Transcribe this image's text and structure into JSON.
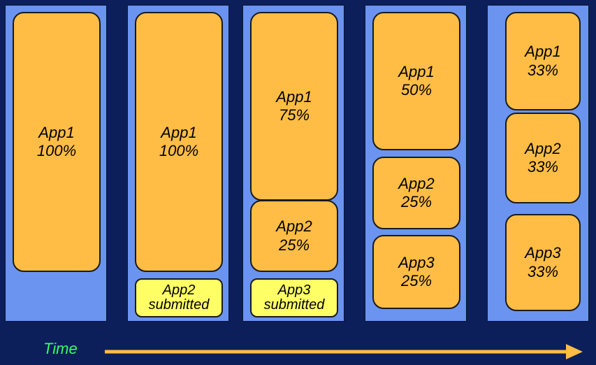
{
  "columns": [
    {
      "apps": [
        {
          "name": "App1",
          "share": "100%"
        }
      ]
    },
    {
      "apps": [
        {
          "name": "App1",
          "share": "100%"
        }
      ],
      "submission": {
        "name": "App2",
        "status": "submitted"
      }
    },
    {
      "apps": [
        {
          "name": "App1",
          "share": "75%"
        },
        {
          "name": "App2",
          "share": "25%"
        }
      ],
      "submission": {
        "name": "App3",
        "status": "submitted"
      }
    },
    {
      "apps": [
        {
          "name": "App1",
          "share": "50%"
        },
        {
          "name": "App2",
          "share": "25%"
        },
        {
          "name": "App3",
          "share": "25%"
        }
      ]
    },
    {
      "apps": [
        {
          "name": "App1",
          "share": "33%"
        },
        {
          "name": "App2",
          "share": "33%"
        },
        {
          "name": "App3",
          "share": "33%"
        }
      ]
    }
  ],
  "time_label": "Time",
  "colors": {
    "background": "#0c1f5a",
    "column": "#6a94f0",
    "app_block": "#ffbd45",
    "submission_block": "#ffff66",
    "time_label": "#33ff66",
    "arrow": "#ffbd45"
  }
}
